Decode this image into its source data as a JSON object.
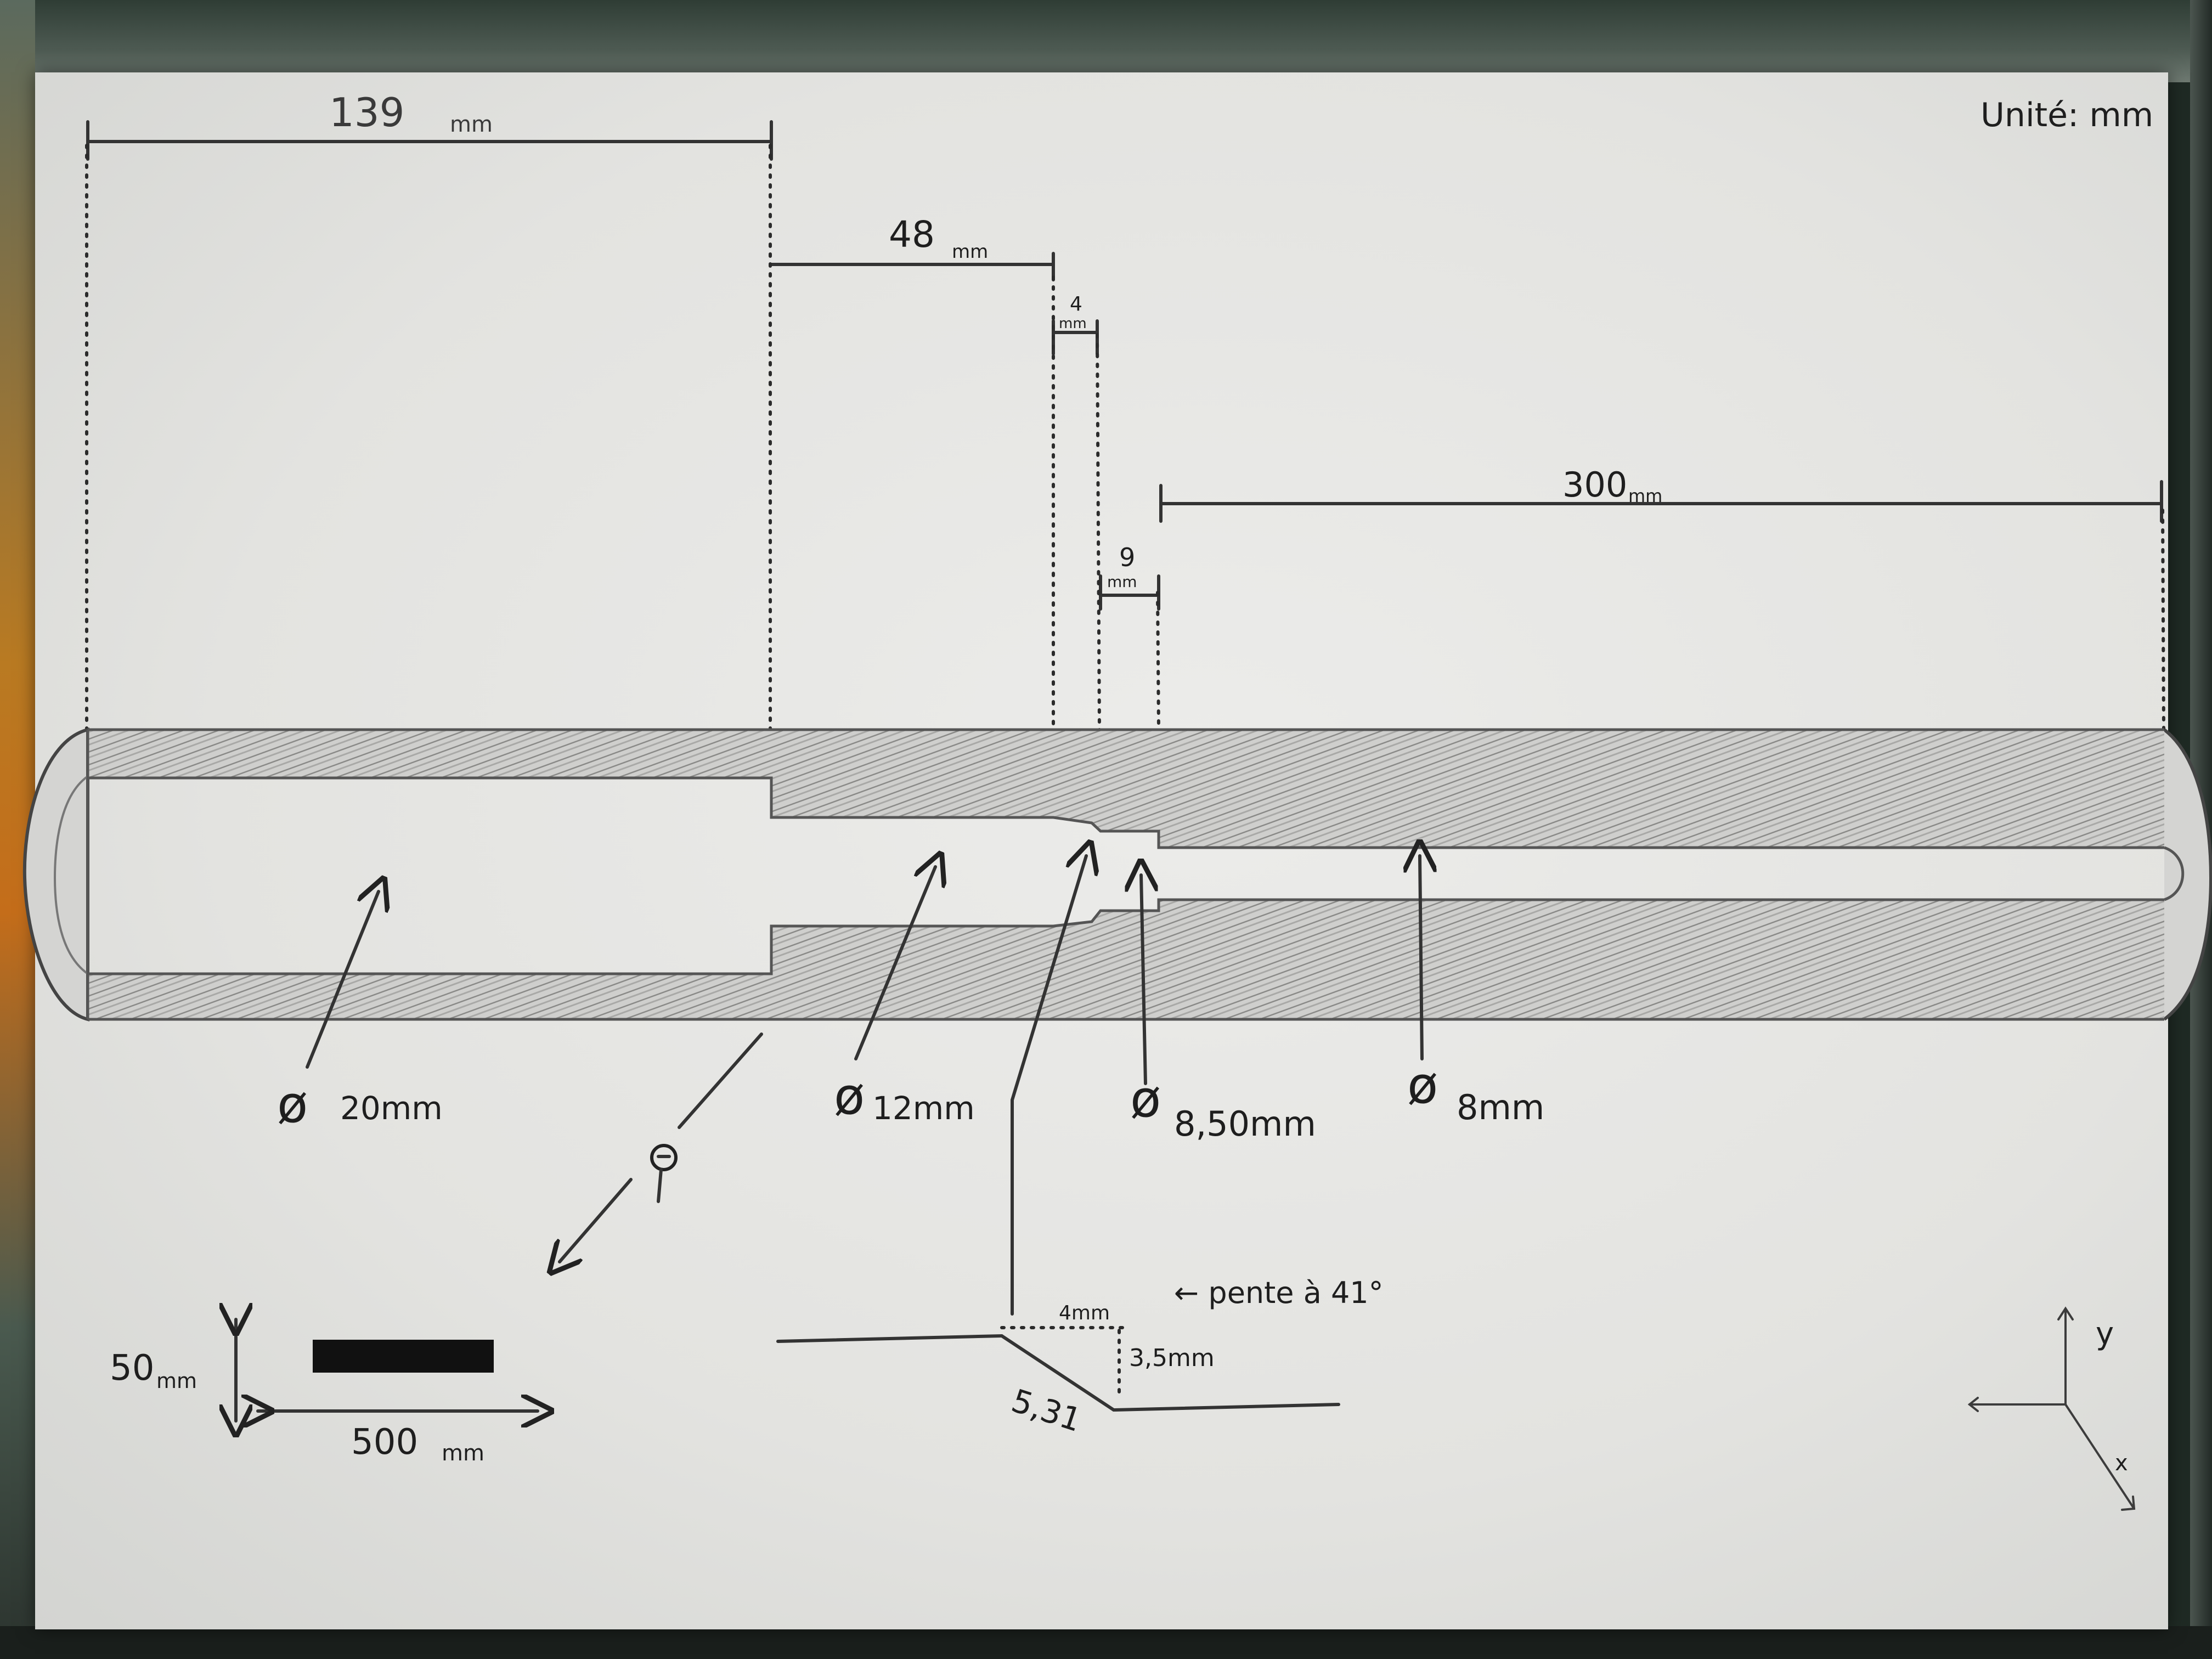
{
  "header": {
    "unit_label": "Unité: mm"
  },
  "dimensions": {
    "d139": "139",
    "d139_unit": "mm",
    "d48": "48",
    "d48_unit": "mm",
    "d4": "4",
    "d4_unit": "mm",
    "d9": "9",
    "d9_unit": "mm",
    "d300": "300",
    "d300_unit": "mm"
  },
  "diameters": {
    "dia20": "20mm",
    "dia12": "12mm",
    "dia850": "8,50mm",
    "dia8": "8mm",
    "symbol": "ø"
  },
  "detail": {
    "slope_label": "← pente à 41°",
    "run_label": "4mm",
    "rise_label": "3,5mm",
    "hyp_label": "5,31"
  },
  "scale": {
    "height_value": "50",
    "height_unit": "mm",
    "width_value": "500",
    "width_unit": "mm"
  },
  "axes": {
    "y_label": "y",
    "x_label": "x"
  }
}
